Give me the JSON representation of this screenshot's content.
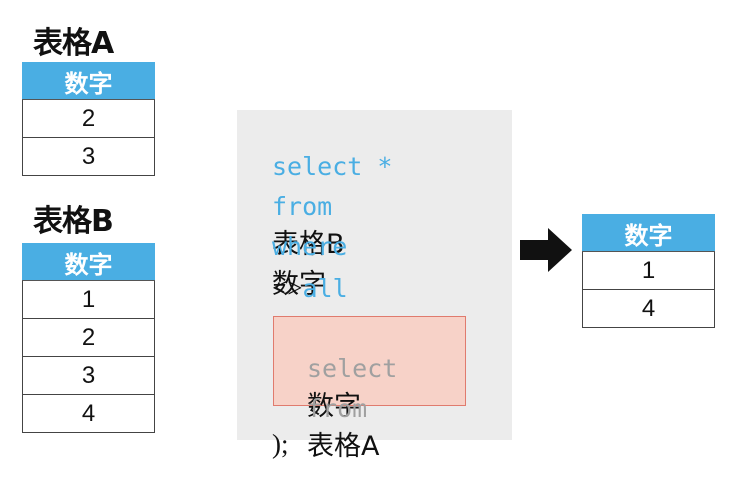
{
  "table_a": {
    "title": "表格A",
    "header": "数字",
    "rows": [
      "2",
      "3"
    ]
  },
  "table_b": {
    "title": "表格B",
    "header": "数字",
    "rows": [
      "1",
      "2",
      "3",
      "4"
    ]
  },
  "code": {
    "l1_kw": "select *",
    "l2_kw": "from",
    "l2_tbl": "表格B",
    "l3_kw": "where",
    "l3_col": "数字",
    "l4_op": "<>",
    "l4_kw": "all",
    "l5": "(",
    "sub_l1_kw": "select",
    "sub_l1_col": "数字",
    "sub_l2_kw": "from",
    "sub_l2_tbl": "表格A",
    "l8": ");"
  },
  "result": {
    "header": "数字",
    "rows": [
      "1",
      "4"
    ]
  },
  "colors": {
    "header_blue": "#4aaee3",
    "keyword_blue": "#4aaee3",
    "subquery_fill": "#f7d2c8",
    "subquery_border": "#e07b6e",
    "panel_gray": "#ececec"
  }
}
